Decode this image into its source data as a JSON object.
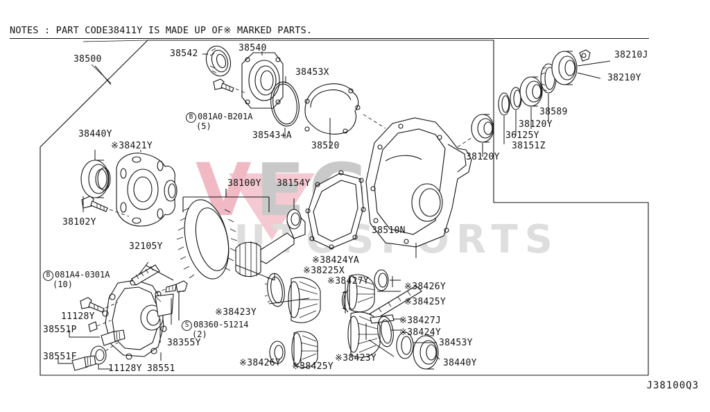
{
  "document": {
    "notes": "NOTES : PART CODE38411Y IS MADE UP OF※ MARKED PARTS.",
    "diagram_code": "J38100Q3",
    "watermark": {
      "brand": "VEGA",
      "tagline": "AUTOSPORTS"
    }
  },
  "labels": {
    "assembly_38500": "38500",
    "p_38542": "38542",
    "p_38540": "38540",
    "p_38453x": "38453X",
    "p_38210j": "38210J",
    "p_38210y": "38210Y",
    "p_38589": "38589",
    "p_38120y_top": "38120Y",
    "p_36125y": "36125Y",
    "p_38151z": "38151Z",
    "p_38120y_low": "38120Y",
    "bolt_081a0": "081A0-B201A",
    "bolt_081a0_qty": "(5)",
    "bolt_081a0_mark": "B",
    "p_38543a": "38543+A",
    "p_38520": "38520",
    "p_38440y_left": "38440Y",
    "p_38421y": "※38421Y",
    "p_38102y": "38102Y",
    "p_38100y": "38100Y",
    "p_38154y": "38154Y",
    "p_38510n": "38510N",
    "p_32105y": "32105Y",
    "bolt_081a4": "081A4-0301A",
    "bolt_081a4_qty": "(10)",
    "bolt_081a4_mark": "B",
    "p_11128y_top": "11128Y",
    "p_38551p": "38551P",
    "p_38551f": "38551F",
    "p_11128y_bot": "11128Y",
    "p_38551": "38551",
    "p_38355y": "38355Y",
    "screw_08360": "08360-51214",
    "screw_08360_qty": "(2)",
    "screw_08360_mark": "S",
    "p_38423y_left": "※38423Y",
    "p_38424ya": "※38424YA",
    "p_38225x": "※38225X",
    "p_38427y": "※38427Y",
    "p_38426y_left": "※38426Y",
    "p_38425y_left": "※38425Y",
    "p_38423y_right": "※38423Y",
    "p_38426y_right": "※38426Y",
    "p_38425y_right": "※38425Y",
    "p_38427j": "※38427J",
    "p_38424y": "※38424Y",
    "p_38453y": "38453Y",
    "p_38440y_right": "38440Y"
  }
}
